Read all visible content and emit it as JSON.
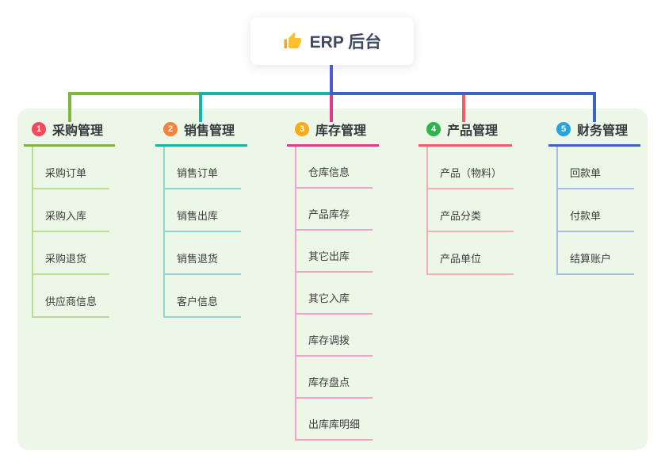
{
  "root": {
    "label": "ERP 后台",
    "icon": "thumbs-up"
  },
  "branches": [
    {
      "num": "1",
      "title": "采购管理",
      "children": [
        "采购订单",
        "采购入库",
        "采购退货",
        "供应商信息"
      ],
      "colors": {
        "badge": "#f5495f",
        "line": "#7cb841",
        "lite": "#b9dd93"
      }
    },
    {
      "num": "2",
      "title": "销售管理",
      "children": [
        "销售订单",
        "销售出库",
        "销售退货",
        "客户信息"
      ],
      "colors": {
        "badge": "#f8823d",
        "line": "#16b3a8",
        "lite": "#8ed8d0"
      }
    },
    {
      "num": "3",
      "title": "库存管理",
      "children": [
        "仓库信息",
        "产品库存",
        "其它出库",
        "其它入库",
        "库存调拨",
        "库存盘点",
        "出库库明细"
      ],
      "colors": {
        "badge": "#fba919",
        "line": "#e03a8f",
        "lite": "#f3a2cb"
      }
    },
    {
      "num": "4",
      "title": "产品管理",
      "children": [
        "产品（物料）",
        "产品分类",
        "产品单位"
      ],
      "colors": {
        "badge": "#2eb44d",
        "line": "#f25b67",
        "lite": "#f9abb0"
      }
    },
    {
      "num": "5",
      "title": "财务管理",
      "children": [
        "回款单",
        "付款单",
        "结算账户"
      ],
      "colors": {
        "badge": "#2aa2dc",
        "line": "#3a63c6",
        "lite": "#a5bbe8"
      }
    }
  ],
  "connectors": {
    "root_line": "#4d5cd0",
    "bus": [
      "#7cb841",
      "#16b3a8",
      "#3a63c6"
    ],
    "drops": [
      "#7cb841",
      "#16b3a8",
      "#e03a8f",
      "#f25b67",
      "#3a63c6"
    ]
  },
  "panel_color": "#edf7e8"
}
